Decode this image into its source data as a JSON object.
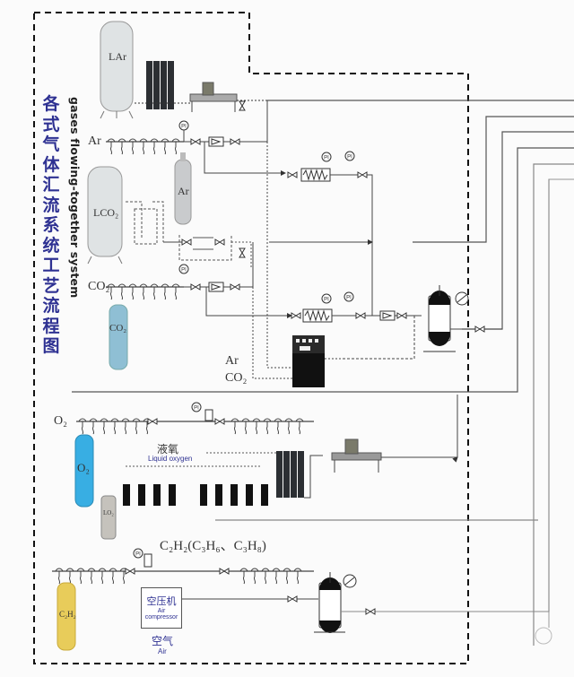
{
  "title": {
    "chinese_chars": [
      "各",
      "式",
      "气",
      "体",
      "汇",
      "流",
      "系",
      "统",
      "工",
      "艺",
      "流",
      "程",
      "图"
    ],
    "english": "gases flowing-together system"
  },
  "vessels": {
    "lar_tank": "LAr",
    "lco2_tank": "LCO₂",
    "ar_cylinder": "Ar",
    "co2_cylinder": "CO₂",
    "o2_cylinder": "O₂",
    "dewar": "LO₂",
    "c2h2_cylinder": "C₂H₂"
  },
  "line_labels": {
    "ar_manifold": "Ar",
    "co2_manifold": "CO₂",
    "mixer_ar": "Ar",
    "mixer_co2": "CO₂",
    "o2_manifold": "O₂",
    "liquid_oxygen_cn": "液氧",
    "liquid_oxygen_en": "Liquid oxygen",
    "fuel_gas": "C₂H₂(C₃H₆、C₃H₈)",
    "air_cn": "空气",
    "air_en": "Air"
  },
  "compressor": {
    "label_cn": "空压机",
    "label_en_1": "Air",
    "label_en_2": "compressor"
  },
  "gauge_symbol": "PI",
  "colors": {
    "title_blue": "#2e3192",
    "o2_cylinder": "#3aaee0",
    "co2_cylinder": "#7fb8d0",
    "c2h2_cylinder": "#e8cc5a",
    "pipe": "#555555"
  }
}
